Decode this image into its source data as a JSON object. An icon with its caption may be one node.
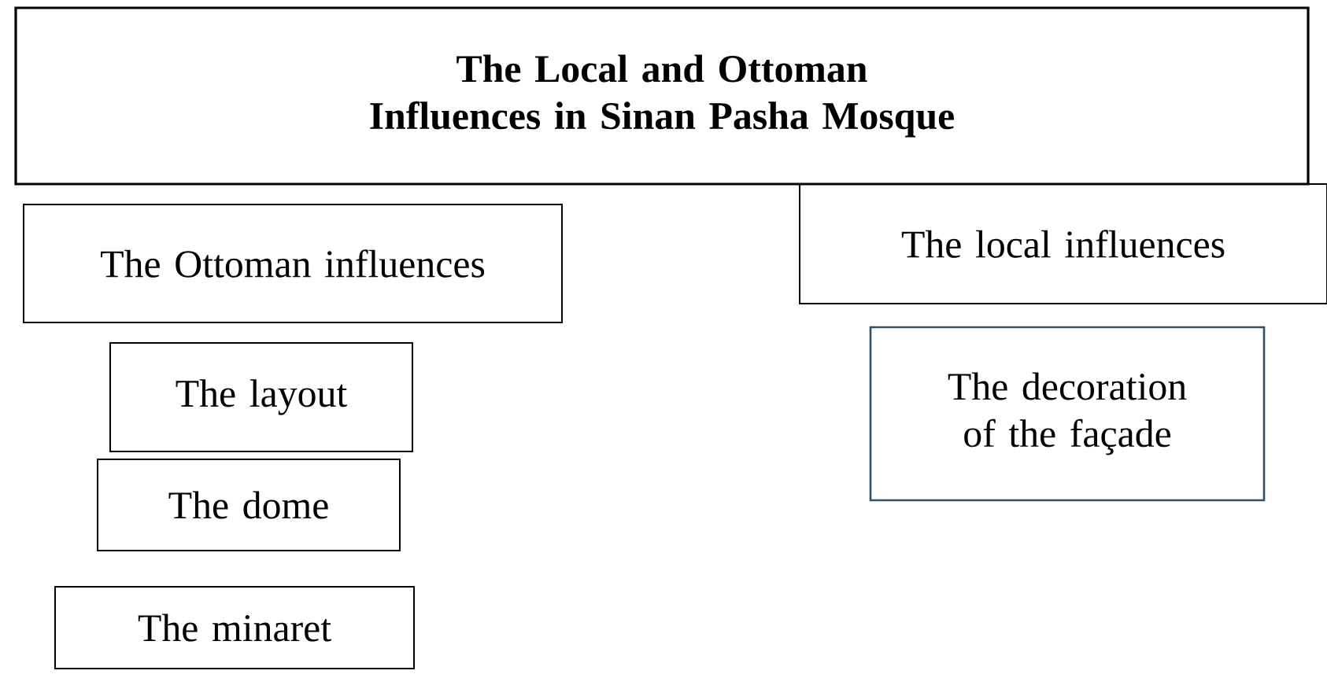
{
  "diagram": {
    "nodes": [
      {
        "text": [
          "The Local and Ottoman Influences in Sinan Pasha Mosque"
        ]
      },
      {
        "text": [
          "The Ottoman influences"
        ]
      },
      {
        "text": [
          "The local influences"
        ]
      },
      {
        "text": [
          "The layout"
        ]
      },
      {
        "text": [
          "The dome"
        ]
      },
      {
        "text": [
          "The minaret"
        ]
      },
      {
        "text": [
          "The decoration of the façade"
        ]
      }
    ]
  }
}
